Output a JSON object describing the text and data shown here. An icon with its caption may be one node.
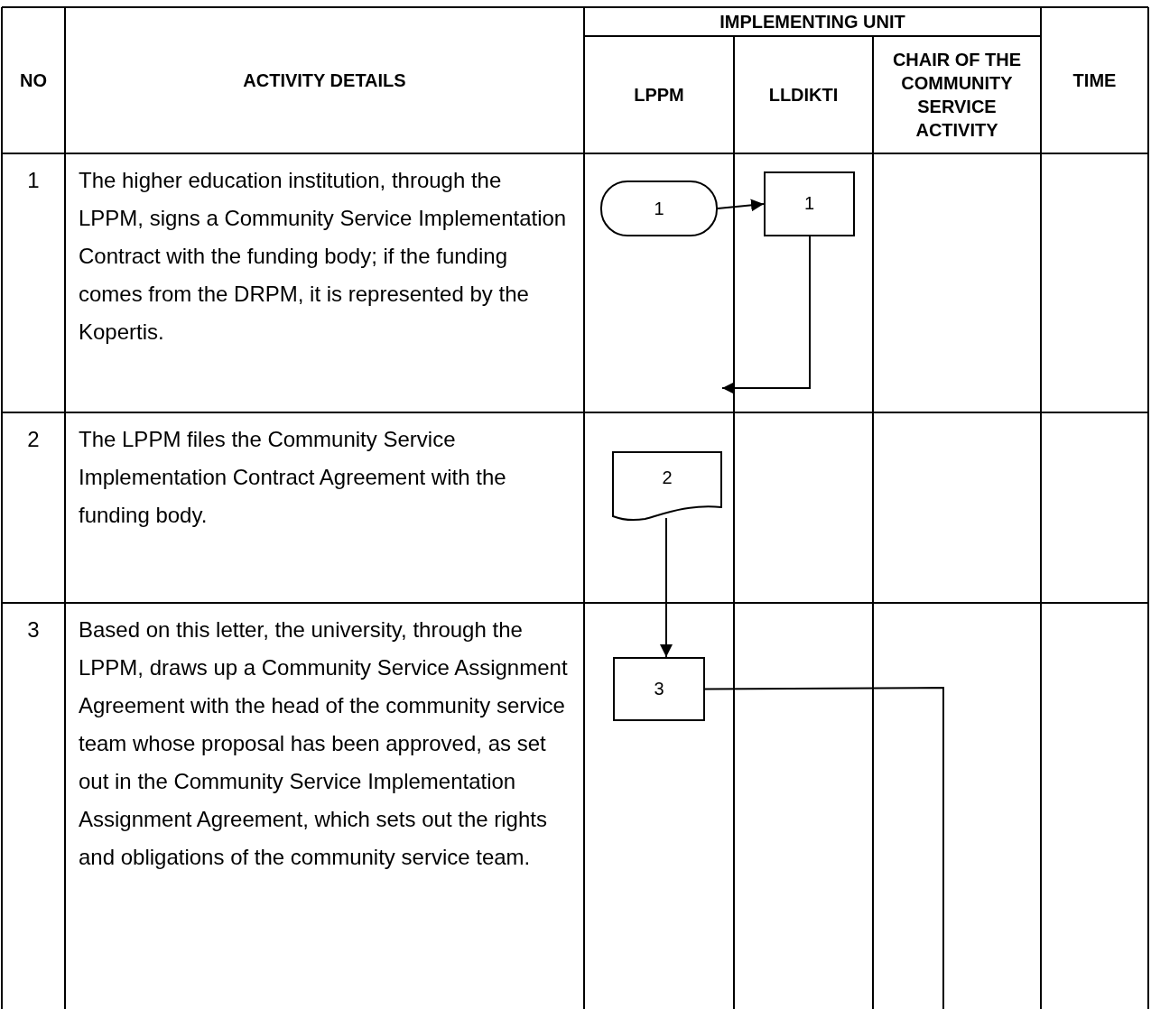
{
  "diagram": {
    "nodes": [
      {
        "text": [
          "1"
        ]
      },
      {
        "text": [
          "1"
        ]
      },
      {
        "text": [
          "2"
        ]
      },
      {
        "text": [
          "3"
        ]
      }
    ],
    "edges": [
      {
        "from": 0,
        "to": 1,
        "arrow": "to"
      },
      {
        "from": 1,
        "to": null,
        "arrow": "to"
      },
      {
        "from": 2,
        "to": 3,
        "arrow": "to"
      },
      {
        "from": 3,
        "to": null,
        "arrow": "none"
      }
    ],
    "labels": [
      "NO",
      "ACTIVITY DETAILS",
      "IMPLEMENTING UNIT",
      "TIME",
      "LPPM",
      "LLDIKTI",
      "CHAIR OF THE COMMUNITY SERVICE ACTIVITY",
      "1",
      "The higher education institution, through the LPPM, signs a Community Service Implementation Contract with the funding body; if the funding comes from the DRPM, it is represented by the Kopertis.",
      "2",
      "The LPPM files the Community Service Implementation Contract Agreement with the funding body.",
      "3",
      "Based on this letter, the university, through the LPPM, draws up a Community Service Assignment Agreement with the head of the community service team whose proposal has been approved, as set out in the Community Service Implementation Assignment Agreement, which sets out the rights and obligations of the community service team."
    ]
  }
}
